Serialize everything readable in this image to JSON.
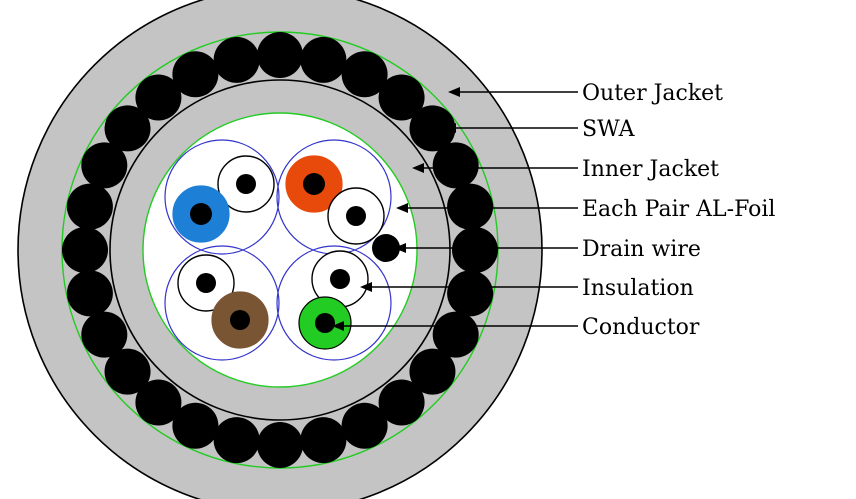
{
  "labels": {
    "outer_jacket": "Outer Jacket",
    "swa": "SWA",
    "inner_jacket": "Inner Jacket",
    "each_pair_al_foil": "Each Pair AL-Foil",
    "drain_wire": "Drain wire",
    "insulation": "Insulation",
    "conductor": "Conductor"
  },
  "colors": {
    "outer_jacket": "#c4c4c4",
    "inner_jacket": "#c4c4c4",
    "armour_wire": "#000000",
    "green_outline": "#22cc22",
    "foil_outline": "#3333cc",
    "core_fill": "#ffffff",
    "pair_colors": [
      "#1e7fd6",
      "#e84a0c",
      "#7a5534",
      "#22cc22"
    ],
    "white_insulation": "#ffffff",
    "conductor": "#000000"
  },
  "armour_wire_count": 28,
  "pairs": [
    {
      "name": "blue-white",
      "colored": "#1e7fd6",
      "white": "#ffffff"
    },
    {
      "name": "orange-white",
      "colored": "#e84a0c",
      "white": "#ffffff"
    },
    {
      "name": "brown-white",
      "colored": "#7a5534",
      "white": "#ffffff"
    },
    {
      "name": "green-white",
      "colored": "#22cc22",
      "white": "#ffffff"
    }
  ]
}
